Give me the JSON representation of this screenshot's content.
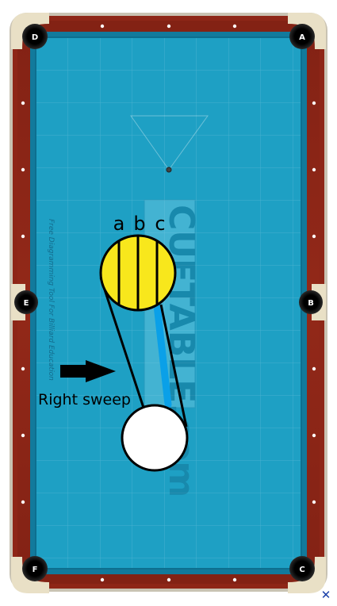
{
  "table": {
    "pockets": [
      "A",
      "B",
      "C",
      "D",
      "E",
      "F"
    ],
    "watermark_logo": "CUETABLE.com",
    "watermark_side_text": "Free Diagramming Tool For Billiard Education",
    "colors": {
      "felt": "#1ea0c4",
      "rail_wood": "#8e2617",
      "cushion": "#1b8fb5",
      "pocket": "#0f0f0f",
      "pocket_trim": "#e9e0c6",
      "diamond": "#ffffff"
    }
  },
  "annotation": {
    "column_labels": [
      "a",
      "b",
      "c"
    ],
    "sweep_label": "Right sweep",
    "object_ball_color": "#f8e71c",
    "cue_ball_color": "#ffffff",
    "aim_line_color": "#0aa0e8",
    "arrow_icon": "right-arrow-icon"
  },
  "ui": {
    "close_label": "✕"
  }
}
